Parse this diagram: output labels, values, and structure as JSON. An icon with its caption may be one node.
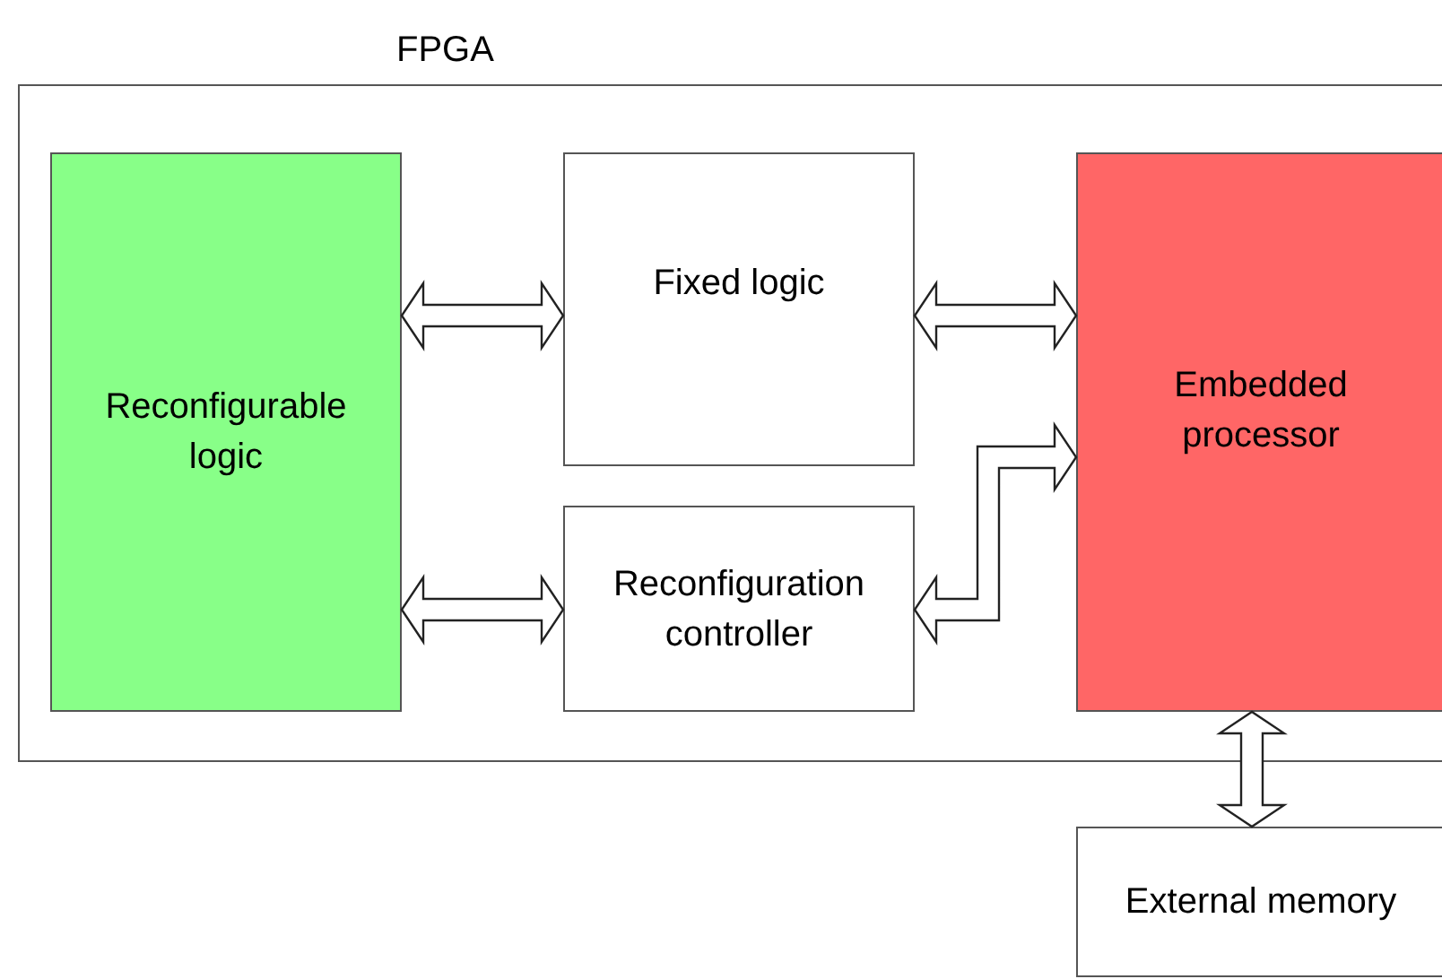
{
  "diagram": {
    "nodes": [
      {
        "text": [
          "FPGA"
        ]
      },
      {
        "text": [
          "Reconfigurable logic"
        ],
        "in": 0
      },
      {
        "text": [
          "Fixed logic"
        ],
        "in": 0
      },
      {
        "text": [
          "Reconfiguration controller"
        ],
        "in": 0
      },
      {
        "text": [
          "Embedded processor"
        ],
        "in": 0
      },
      {
        "text": [
          "External memory"
        ]
      }
    ],
    "edges": [
      {
        "from": 1,
        "to": 2,
        "arrow": "both"
      },
      {
        "from": 2,
        "to": 4,
        "arrow": "both"
      },
      {
        "from": 1,
        "to": 3,
        "arrow": "both"
      },
      {
        "from": 3,
        "to": 4,
        "arrow": "both"
      },
      {
        "from": 4,
        "to": 5,
        "arrow": "both"
      }
    ]
  }
}
